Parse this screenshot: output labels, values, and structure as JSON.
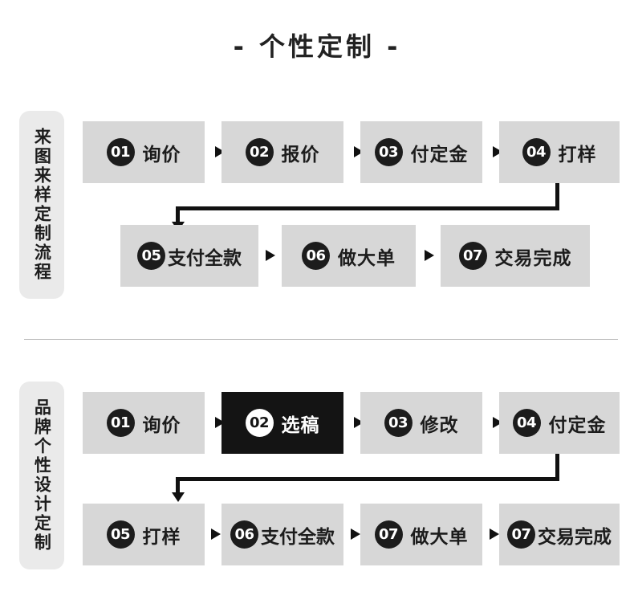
{
  "title": "- 个性定制 -",
  "divider": {
    "name": "section-divider"
  },
  "sections": [
    {
      "id": "section-1",
      "label": "来图来样定制流程",
      "rows": [
        {
          "steps": [
            {
              "num": "01",
              "label": "询价",
              "highlight": false
            },
            {
              "num": "02",
              "label": "报价",
              "highlight": false
            },
            {
              "num": "03",
              "label": "付定金",
              "highlight": false
            },
            {
              "num": "04",
              "label": "打样",
              "highlight": false
            }
          ]
        },
        {
          "steps": [
            {
              "num": "05",
              "label": "支付全款",
              "highlight": false
            },
            {
              "num": "06",
              "label": "做大单",
              "highlight": false
            },
            {
              "num": "07",
              "label": "交易完成",
              "highlight": false
            }
          ]
        }
      ]
    },
    {
      "id": "section-2",
      "label": "品牌个性设计定制",
      "rows": [
        {
          "steps": [
            {
              "num": "01",
              "label": "询价",
              "highlight": false
            },
            {
              "num": "02",
              "label": "选稿",
              "highlight": true
            },
            {
              "num": "03",
              "label": "修改",
              "highlight": false
            },
            {
              "num": "04",
              "label": "付定金",
              "highlight": false
            }
          ]
        },
        {
          "steps": [
            {
              "num": "05",
              "label": "打样",
              "highlight": false
            },
            {
              "num": "06",
              "label": "支付全款",
              "highlight": false
            },
            {
              "num": "07",
              "label": "做大单",
              "highlight": false
            },
            {
              "num": "07",
              "label": "交易完成",
              "highlight": false
            }
          ]
        }
      ]
    }
  ],
  "colors": {
    "box": "#d7d7d7",
    "box_highlight": "#141414",
    "pill": "#eaeaea",
    "ink": "#1c1c1c",
    "divider": "#b6b6b6"
  }
}
